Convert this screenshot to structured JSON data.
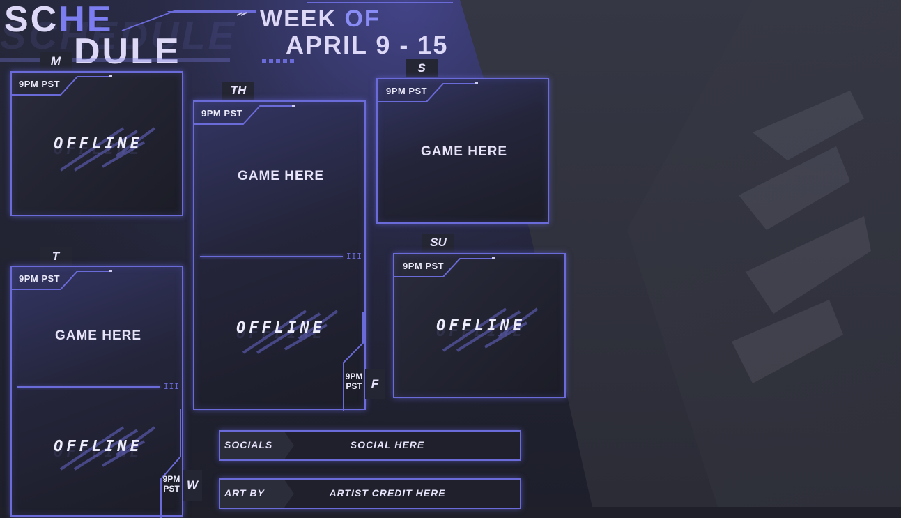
{
  "header": {
    "title_part1_plain": "SC",
    "title_part1_accent": "HE",
    "title_part2": "DULE",
    "watermark_text": "SCHEDULE",
    "week_plain": "WEEK ",
    "week_accent": "OF",
    "dates": "APRIL 9 - 15"
  },
  "colors": {
    "accent": "#7b7df0",
    "border": "#6a6ad8",
    "background": "#1f2029",
    "text": "#dcd8f6"
  },
  "days": {
    "monday": {
      "tag": "M",
      "time": "9PM PST",
      "content": "OFFLINE"
    },
    "tuesday": {
      "tag": "T",
      "time": "9PM PST",
      "content_top": "GAME HERE",
      "content_bottom": "OFFLINE"
    },
    "wednesday": {
      "tag": "W",
      "time_line1": "9PM",
      "time_line2": "PST"
    },
    "thursday": {
      "tag": "TH",
      "time": "9PM PST",
      "content_top": "GAME HERE",
      "content_bottom": "OFFLINE"
    },
    "friday": {
      "tag": "F",
      "time_line1": "9PM",
      "time_line2": "PST"
    },
    "saturday": {
      "tag": "S",
      "time": "9PM PST",
      "content": "GAME HERE"
    },
    "sunday": {
      "tag": "SU",
      "time": "9PM PST",
      "content": "OFFLINE"
    }
  },
  "divider_ticks": "III",
  "footer": {
    "socials_label": "SOCIALS",
    "socials_value": "SOCIAL HERE",
    "art_label": "ART BY",
    "art_value": "ARTIST CREDIT HERE"
  }
}
